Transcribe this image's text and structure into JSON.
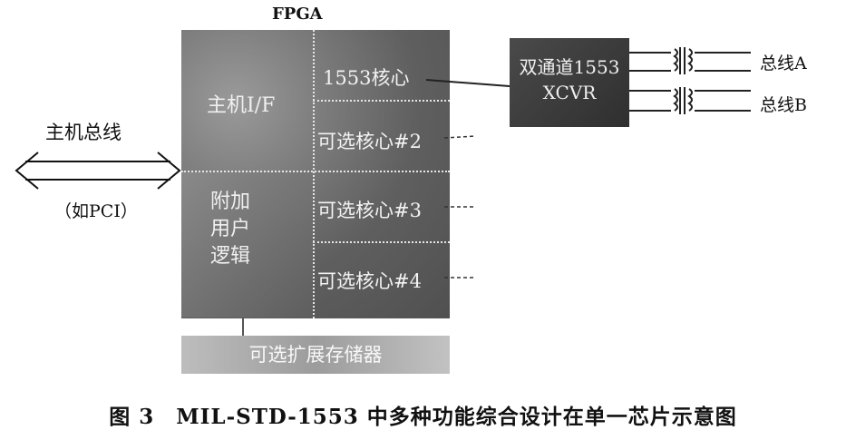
{
  "diagram": {
    "fpga_label": "FPGA",
    "host_interface": "主机I/F",
    "core_1553": "1553核心",
    "optional_core_2": "可选核心#2",
    "optional_core_3": "可选核心#3",
    "optional_core_4": "可选核心#4",
    "user_logic": [
      "附加",
      "用户",
      "逻辑"
    ],
    "xcvr_line1": "双通道1553",
    "xcvr_line2": "XCVR",
    "bus_a": "总线A",
    "bus_b": "总线B",
    "host_bus": "主机总线",
    "host_bus_example": "（如PCI）",
    "memory": "可选扩展存储器"
  },
  "caption": "图 3　MIL-STD-1553 中多种功能综合设计在单一芯片示意图"
}
